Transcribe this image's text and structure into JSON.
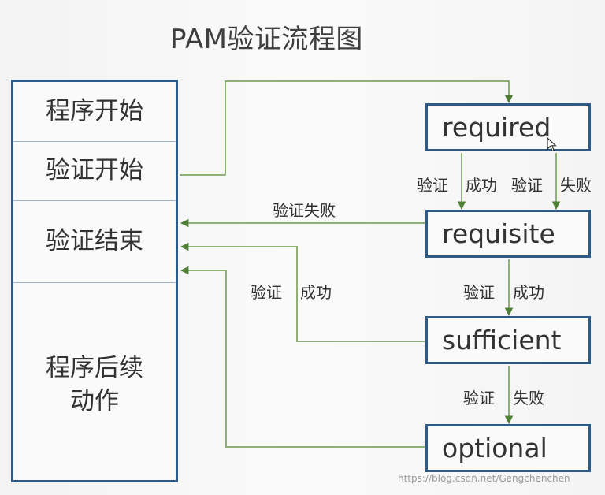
{
  "title": "PAM验证流程图",
  "stages": [
    "程序开始",
    "验证开始",
    "验证结束",
    [
      "程序后续",
      "动作"
    ]
  ],
  "controls": [
    "required",
    "requisite",
    "sufficient",
    "optional"
  ],
  "edge_labels": {
    "required_success_verify": "验证",
    "required_success": "成功",
    "required_fail_verify": "验证",
    "required_fail": "失败",
    "requisite_fail": "验证失败",
    "requisite_success_verify": "验证",
    "requisite_success": "成功",
    "sufficient_success_verify": "验证",
    "sufficient_success": "成功",
    "sufficient_fail_verify": "验证",
    "sufficient_fail": "失败"
  },
  "colors": {
    "wire": "#5a8a3c",
    "box_border": "#2e5a8a",
    "divider": "#9bb3cc",
    "text": "#333333"
  },
  "watermark": "https://blog.csdn.net/Gengchenchen"
}
